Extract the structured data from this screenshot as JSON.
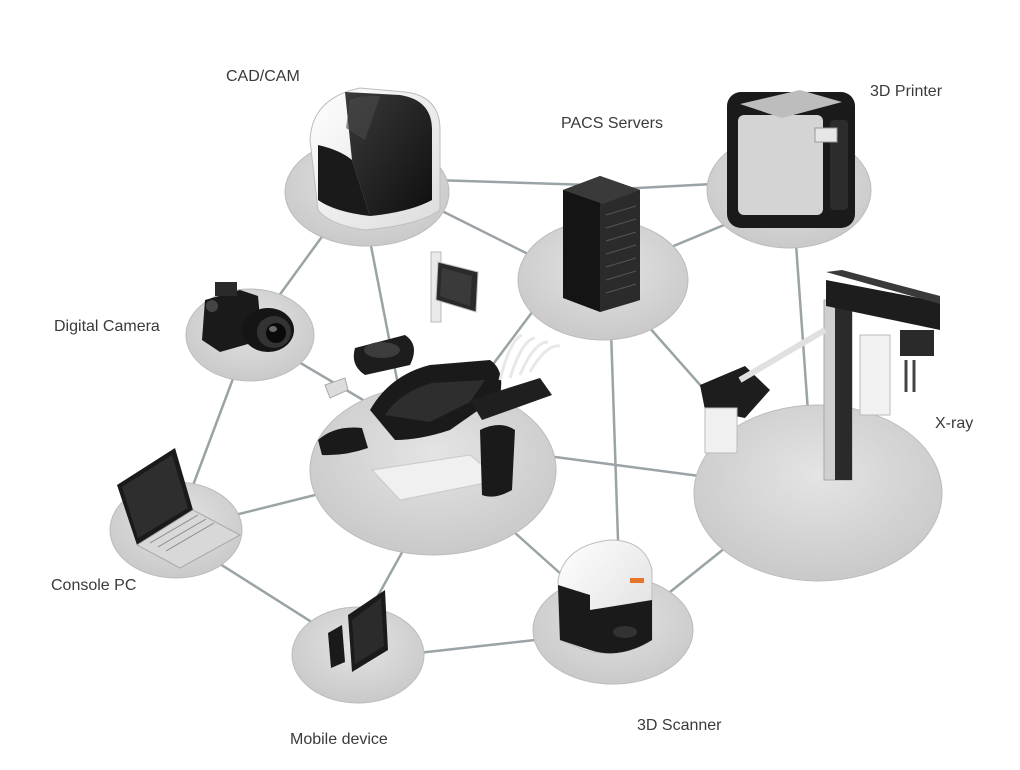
{
  "nodes": {
    "cad_cam": {
      "label": "CAD/CAM",
      "icon": "cad-cam-milling-unit-icon"
    },
    "pacs": {
      "label": "PACS Servers",
      "icon": "server-rack-icon"
    },
    "printer": {
      "label": "3D Printer",
      "icon": "3d-printer-icon"
    },
    "camera": {
      "label": "Digital Camera",
      "icon": "camera-icon"
    },
    "xray": {
      "label": "X-ray",
      "icon": "xray-unit-icon"
    },
    "console": {
      "label": "Console PC",
      "icon": "laptop-icon"
    },
    "scanner": {
      "label": "3D Scanner",
      "icon": "3d-scanner-icon"
    },
    "mobile": {
      "label": "Mobile device",
      "icon": "tablet-phone-icon"
    },
    "chair": {
      "label": "",
      "icon": "dental-chair-icon"
    }
  },
  "colors": {
    "connector": "#9aa3a6",
    "platform": "#d6d6d6",
    "device_dark": "#1c1c1c",
    "device_light": "#f2f2f2",
    "accent": "#e8742a"
  }
}
